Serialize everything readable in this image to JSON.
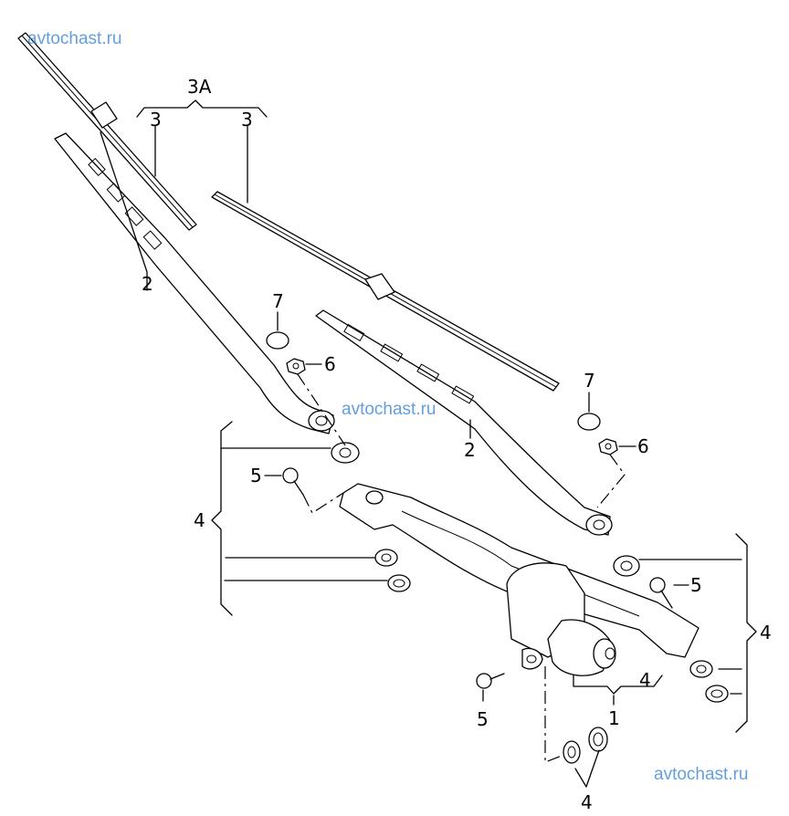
{
  "diagram": {
    "title": "Windshield wiper assembly",
    "watermark": "avtochast.ru",
    "callouts": {
      "wiper_motor_linkage": "1",
      "wiper_arm_left": "2",
      "wiper_arm_right": "2",
      "wiper_blade_set": "3A",
      "wiper_blade_left": "3",
      "wiper_blade_right": "3",
      "grommet_set_left": "4",
      "grommet_set_right": "4",
      "grommet_set_motor": "4",
      "grommet_pair_bottom": "4",
      "bolt_left": "5",
      "bolt_right": "5",
      "bolt_motor": "5",
      "nut_left": "6",
      "nut_right": "6",
      "cap_left": "7",
      "cap_right": "7"
    }
  }
}
